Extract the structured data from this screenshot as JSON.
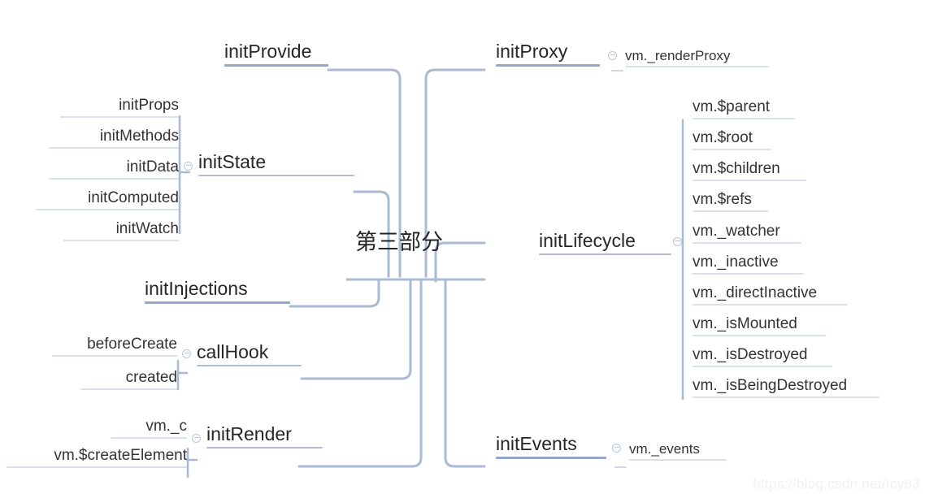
{
  "diagram": {
    "type": "mind-map",
    "root": {
      "label": "第三部分"
    },
    "link_color": "#a9bad3",
    "underline_strong": "#93a8c8",
    "underline_faint": "#d7e0ec",
    "text_color": "#262626"
  },
  "left_branches": [
    {
      "label": "initProvide",
      "collapse_marker": false,
      "children": []
    },
    {
      "label": "initState",
      "collapse_marker": true,
      "children": [
        {
          "label": "initProps"
        },
        {
          "label": "initMethods"
        },
        {
          "label": "initData"
        },
        {
          "label": "initComputed"
        },
        {
          "label": "initWatch"
        }
      ]
    },
    {
      "label": "initInjections",
      "collapse_marker": false,
      "children": []
    },
    {
      "label": "callHook",
      "collapse_marker": true,
      "children": [
        {
          "label": "beforeCreate"
        },
        {
          "label": "created"
        }
      ]
    },
    {
      "label": "initRender",
      "collapse_marker": true,
      "children": [
        {
          "label": "vm._c"
        },
        {
          "label": "vm.$createElement"
        }
      ]
    }
  ],
  "right_branches": [
    {
      "label": "initProxy",
      "collapse_marker": true,
      "children": [
        {
          "label": "vm._renderProxy"
        }
      ]
    },
    {
      "label": "initLifecycle",
      "collapse_marker": true,
      "children": [
        {
          "label": "vm.$parent"
        },
        {
          "label": "vm.$root"
        },
        {
          "label": "vm.$children"
        },
        {
          "label": "vm.$refs"
        },
        {
          "label": "vm._watcher"
        },
        {
          "label": "vm._inactive"
        },
        {
          "label": "vm._directInactive"
        },
        {
          "label": "vm._isMounted"
        },
        {
          "label": "vm._isDestroyed"
        },
        {
          "label": "vm._isBeingDestroyed"
        }
      ]
    },
    {
      "label": "initEvents",
      "collapse_marker": true,
      "children": [
        {
          "label": "vm._events"
        }
      ]
    }
  ],
  "watermark": {
    "text": "https://blog.csdn.net/tcy83"
  }
}
